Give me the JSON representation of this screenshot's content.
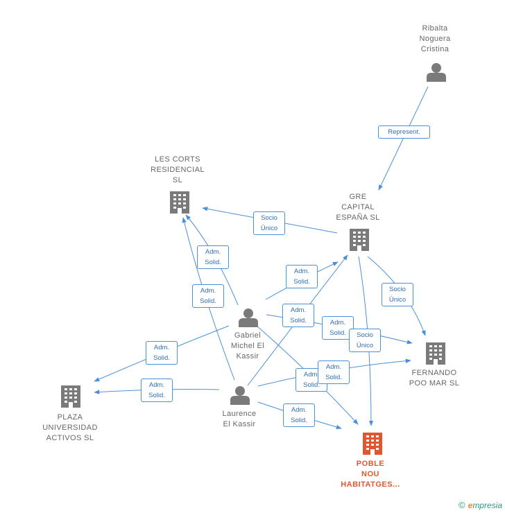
{
  "colors": {
    "edge": "#4a90d9",
    "node": "#7a7a7a",
    "main": "#e0572f"
  },
  "nodes": {
    "ribalta": {
      "label": "Ribalta\nNoguera\nCristina",
      "kind": "person"
    },
    "gre": {
      "label": "GRE\nCAPITAL\nESPAÑA  SL",
      "kind": "company"
    },
    "lescorts": {
      "label": "LES CORTS\nRESIDENCIAL\nSL",
      "kind": "company"
    },
    "gabriel": {
      "label": "Gabriel\nMichel El\nKassir",
      "kind": "person"
    },
    "fernando": {
      "label": "FERNANDO\nPOO MAR  SL",
      "kind": "company"
    },
    "plaza": {
      "label": "PLAZA\nUNIVERSIDAD\nACTIVOS  SL",
      "kind": "company"
    },
    "laurence": {
      "label": "Laurence\nEl Kassir",
      "kind": "person"
    },
    "poble": {
      "label": "POBLE\nNOU\nHABITATGES...",
      "kind": "company-main"
    }
  },
  "edges": {
    "e1": "Represent.",
    "e2": "Socio\nÚnico",
    "e3": "Adm.\nSolid.",
    "e4": "Adm.\nSolid.",
    "e5": "Adm.\nSolid.",
    "e6": "Socio\nÚnico",
    "e7": "Adm.\nSolid.",
    "e8": "Adm.\nSolid.",
    "e9": "Socio\nÚnico",
    "e10": "Adm.\nSolid.",
    "e11": "Adm.\nSolid.",
    "e12": "Adm.\nSolid.",
    "e13": "Adm.\nSolid.",
    "e14": "Adm.\nSolid."
  },
  "credit": {
    "symbol": "©",
    "brand_initial": "e",
    "brand_rest": "mpresia"
  }
}
